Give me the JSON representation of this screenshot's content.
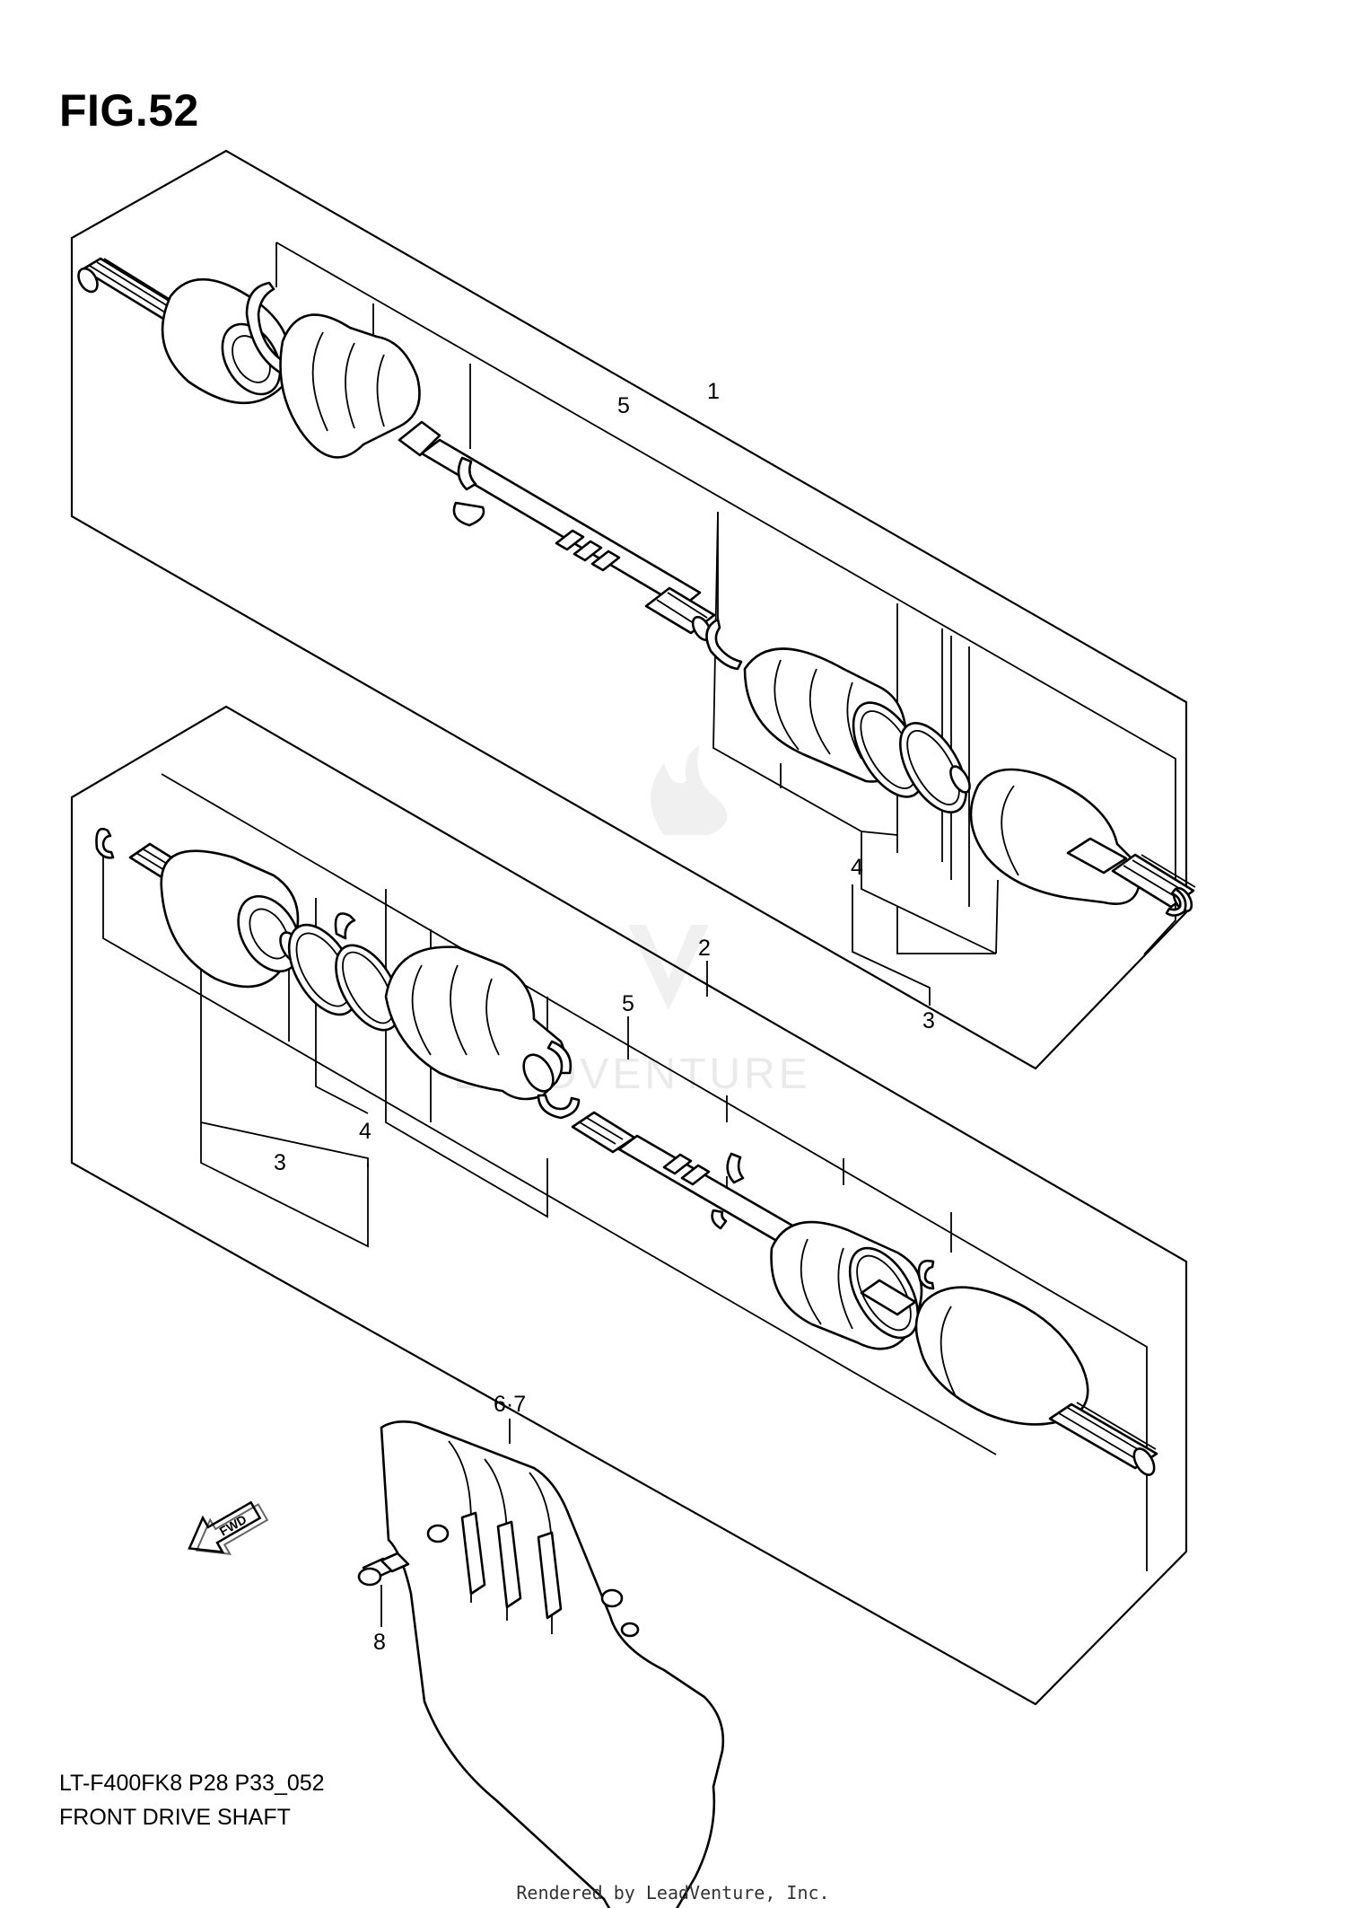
{
  "figure": {
    "title": "FIG.52",
    "model_code": "LT-F400FK8 P28 P33_052",
    "caption": "FRONT DRIVE SHAFT"
  },
  "watermark": {
    "text": "LEADVENTURE"
  },
  "rendered_by": "Rendered by LeadVenture, Inc.",
  "fwd_arrow": {
    "label": "FWD"
  },
  "callouts": {
    "upper_assembly": "1",
    "upper_axle": "5",
    "upper_boot_kit": "4",
    "upper_joint_kit": "3",
    "lower_assembly": "2",
    "lower_axle": "5",
    "lower_joint_kit": "3",
    "lower_boot_kit": "4",
    "guard": "6·7",
    "bolt": "8"
  }
}
